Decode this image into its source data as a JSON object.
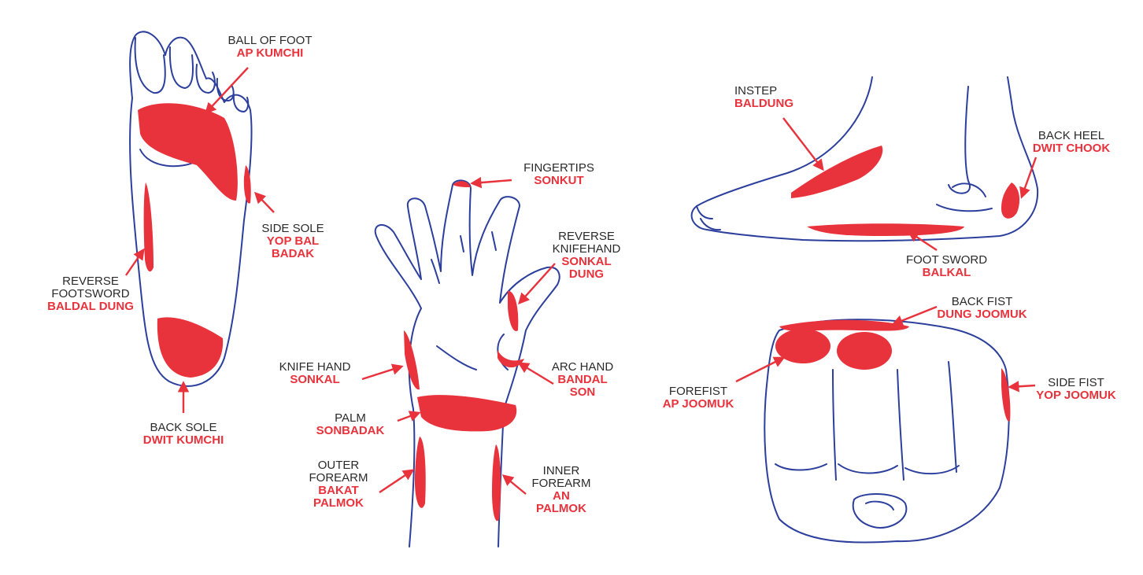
{
  "colors": {
    "ink": "#2c3f9c",
    "highlight": "#e8323c",
    "label": "#2a2a2a"
  },
  "labels": {
    "ball_of_foot": {
      "en": [
        "BALL OF FOOT"
      ],
      "ko": [
        "AP KUMCHI"
      ]
    },
    "side_sole": {
      "en": [
        "SIDE SOLE"
      ],
      "ko": [
        "YOP BAL",
        "BADAK"
      ]
    },
    "reverse_footsword": {
      "en": [
        "REVERSE",
        "FOOTSWORD"
      ],
      "ko": [
        "BALDAL DUNG"
      ]
    },
    "back_sole": {
      "en": [
        "BACK SOLE"
      ],
      "ko": [
        "DWIT KUMCHI"
      ]
    },
    "fingertips": {
      "en": [
        "FINGERTIPS"
      ],
      "ko": [
        "SONKUT"
      ]
    },
    "reverse_knifehand": {
      "en": [
        "REVERSE",
        "KNIFEHAND"
      ],
      "ko": [
        "SONKAL",
        "DUNG"
      ]
    },
    "knife_hand": {
      "en": [
        "KNIFE HAND"
      ],
      "ko": [
        "SONKAL"
      ]
    },
    "arc_hand": {
      "en": [
        "ARC HAND"
      ],
      "ko": [
        "BANDAL",
        "SON"
      ]
    },
    "palm": {
      "en": [
        "PALM"
      ],
      "ko": [
        "SONBADAK"
      ]
    },
    "outer_forearm": {
      "en": [
        "OUTER",
        "FOREARM"
      ],
      "ko": [
        "BAKAT",
        "PALMOK"
      ]
    },
    "inner_forearm": {
      "en": [
        "INNER",
        "FOREARM"
      ],
      "ko": [
        "AN",
        "PALMOK"
      ]
    },
    "instep": {
      "en": [
        "INSTEP"
      ],
      "ko": [
        "BALDUNG"
      ]
    },
    "back_heel": {
      "en": [
        "BACK HEEL"
      ],
      "ko": [
        "DWIT CHOOK"
      ]
    },
    "foot_sword": {
      "en": [
        "FOOT SWORD"
      ],
      "ko": [
        "BALKAL"
      ]
    },
    "back_fist": {
      "en": [
        "BACK FIST"
      ],
      "ko": [
        "DUNG JOOMUK"
      ]
    },
    "forefist": {
      "en": [
        "FOREFIST"
      ],
      "ko": [
        "AP JOOMUK"
      ]
    },
    "side_fist": {
      "en": [
        "SIDE FIST"
      ],
      "ko": [
        "YOP JOOMUK"
      ]
    }
  }
}
